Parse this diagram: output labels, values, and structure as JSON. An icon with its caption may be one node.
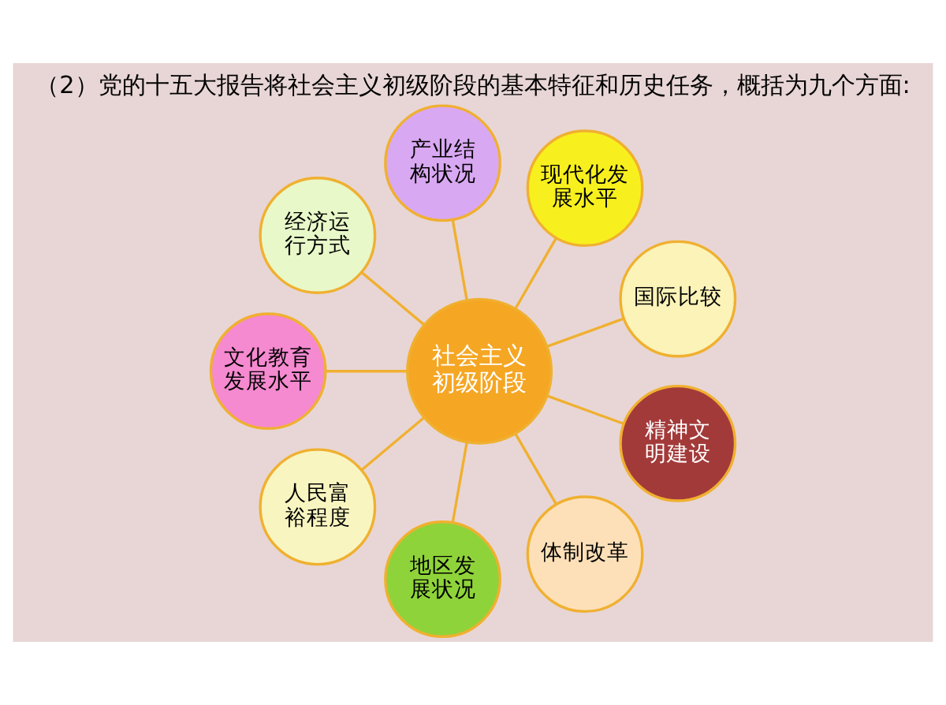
{
  "diagram": {
    "title": "（2）党的十五大报告将社会主义初级阶段的基本特征和历史任务，概括为九个方面:",
    "nodes": [
      {
        "text": [
          "社会主义初级阶段"
        ]
      },
      {
        "text": [
          "国际比较"
        ]
      },
      {
        "text": [
          "现代化发展水平"
        ]
      },
      {
        "text": [
          "产业结构状况"
        ]
      },
      {
        "text": [
          "经济运行方式"
        ]
      },
      {
        "text": [
          "文化教育发展水平"
        ]
      },
      {
        "text": [
          "人民富裕程度"
        ]
      },
      {
        "text": [
          "地区发展状况"
        ]
      },
      {
        "text": [
          "体制改革"
        ]
      },
      {
        "text": [
          "精神文明建设"
        ]
      }
    ],
    "edges": [
      {
        "from": 0,
        "to": 1,
        "arrow": "none"
      },
      {
        "from": 0,
        "to": 2,
        "arrow": "none"
      },
      {
        "from": 0,
        "to": 3,
        "arrow": "none"
      },
      {
        "from": 0,
        "to": 4,
        "arrow": "none"
      },
      {
        "from": 0,
        "to": 5,
        "arrow": "none"
      },
      {
        "from": 0,
        "to": 6,
        "arrow": "none"
      },
      {
        "from": 0,
        "to": 7,
        "arrow": "none"
      },
      {
        "from": 0,
        "to": 8,
        "arrow": "none"
      },
      {
        "from": 0,
        "to": 9,
        "arrow": "none"
      }
    ]
  }
}
